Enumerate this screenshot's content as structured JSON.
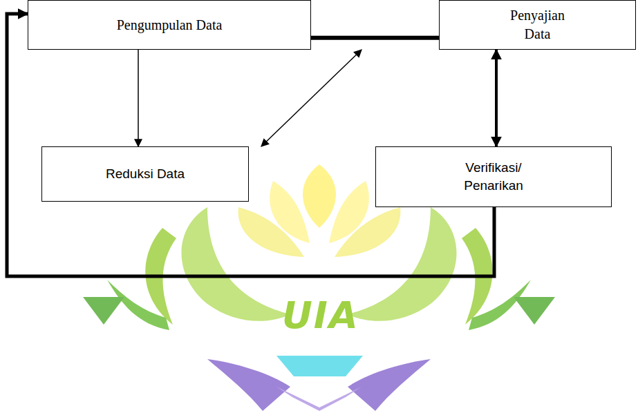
{
  "diagram": {
    "nodes": [
      {
        "text": [
          "Pengumpulan Data"
        ]
      },
      {
        "text": [
          "Penyajian Data"
        ]
      },
      {
        "text": [
          "Reduksi Data"
        ]
      },
      {
        "text": [
          "Verifikasi/ Penarikan"
        ]
      }
    ],
    "edges": [
      {
        "from": 0,
        "to": 1,
        "arrow": "none"
      },
      {
        "from": 0,
        "to": 2,
        "arrow": "to"
      },
      {
        "from": 2,
        "to": 1,
        "arrow": "both"
      },
      {
        "from": 1,
        "to": 3,
        "arrow": "both"
      },
      {
        "from": 3,
        "to": 0,
        "arrow": "to"
      }
    ],
    "labels": [
      "UIA"
    ]
  }
}
